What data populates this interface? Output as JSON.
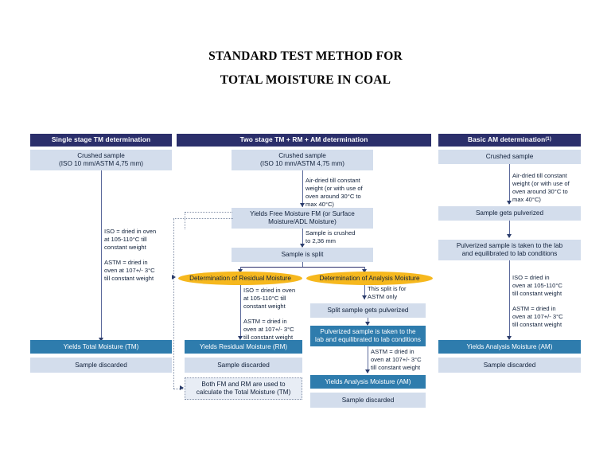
{
  "title": {
    "line1": "STANDARD TEST METHOD FOR",
    "line2": "TOTAL MOISTURE IN COAL"
  },
  "columns": {
    "left": {
      "header": "Single stage TM determination",
      "nodes": {
        "crushed_sample": "Crushed sample\n(ISO 10 mm/ASTM 4,75 mm)",
        "yields": "Yields Total Moisture (TM)",
        "discarded": "Sample discarded"
      },
      "notes": {
        "drying": "ISO = dried in oven\nat 105-110°C till\nconstant weight\n\nASTM = dried in\noven at 107+/- 3°C\ntill constant weight"
      }
    },
    "middle": {
      "header": "Two stage TM + RM + AM determination",
      "nodes": {
        "crushed_sample": "Crushed sample\n(ISO 10 mm/ASTM 4,75 mm)",
        "free_moisture": "Yields Free Moisture FM (or Surface\nMoisture/ADL Moisture)",
        "sample_split": "Sample is split",
        "pill_rm": "Determination of Residual Moisture",
        "pill_am": "Determination of Analysis Moisture",
        "yields_rm": "Yields Residual Moisture (RM)",
        "discarded_rm": "Sample discarded",
        "summary": "Both FM and RM are used to\ncalculate the Total Moisture (TM)",
        "split_pulverized": "Split sample gets pulverized",
        "pulverized_lab": "Pulverized sample is taken to the\nlab and equilibrated to lab conditions",
        "yields_am": "Yields Analysis Moisture (AM)",
        "discarded_am": "Sample discarded"
      },
      "notes": {
        "air_dried": "Air-dried till constant\nweight (or with use of\noven around 30°C to\nmax 40°C)",
        "crushed_to": "Sample is crushed\nto 2,36 mm",
        "drying_rm": "ISO = dried in oven\nat 105-110°C till\nconstant weight\n\nASTM = dried in\noven at 107+/- 3°C\ntill constant weight",
        "astm_only": "This split is for\nASTM only",
        "astm_dry": "ASTM = dried in\noven at 107+/- 3°C\ntill constant weight"
      }
    },
    "right": {
      "header": "Basic AM determination",
      "header_sup": "(1)",
      "nodes": {
        "crushed_sample": "Crushed sample",
        "pulverized": "Sample gets pulverized",
        "pulverized_lab": "Pulverized sample is taken to the lab\nand equilibrated to lab conditions",
        "yields_am": "Yields Analysis Moisture (AM)",
        "discarded": "Sample discarded"
      },
      "notes": {
        "air_dried": "Air-dried till constant\nweight (or with use of\noven around 30°C to\nmax 40°C)",
        "drying": "ISO = dried in\noven at 105-110°C\ntill constant weight\n\nASTM = dried in\noven at 107+/- 3°C\ntill constant weight"
      }
    }
  },
  "colors": {
    "header_navy": "#2B2F6B",
    "light_blue": "#D3DDEC",
    "steel_blue": "#2E7CAD",
    "accent_yellow": "#F6B81E",
    "connector": "#5B6A9B"
  }
}
